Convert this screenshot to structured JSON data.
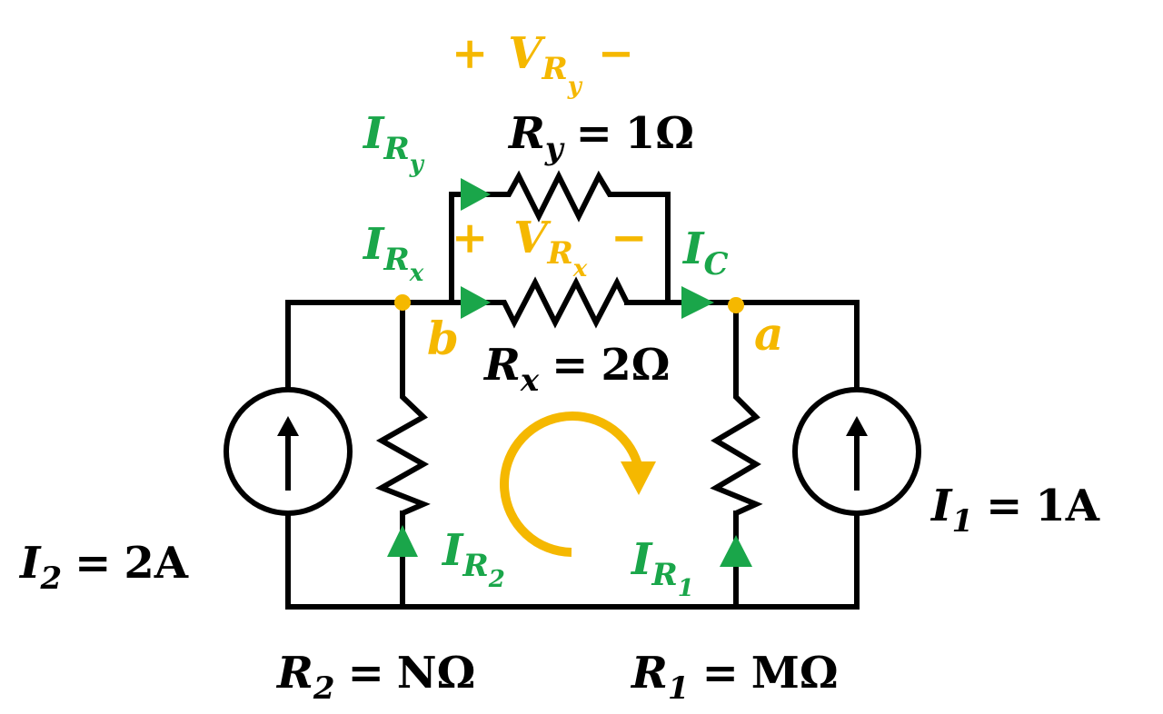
{
  "colors": {
    "wire": "#000000",
    "current_arrow": "#1aa64a",
    "voltage_label": "#f5b800",
    "node": "#f5b800"
  },
  "components": {
    "ry": {
      "sym": "R",
      "sub": "y",
      "value": "1Ω"
    },
    "rx": {
      "sym": "R",
      "sub": "x",
      "value": "2Ω"
    },
    "r2": {
      "sym": "R",
      "sub": "2",
      "value": "NΩ"
    },
    "r1": {
      "sym": "R",
      "sub": "1",
      "value": "MΩ"
    },
    "i2": {
      "sym": "I",
      "sub": "2",
      "value": "2A"
    },
    "i1": {
      "sym": "I",
      "sub": "1",
      "value": "1A"
    }
  },
  "equals": "=",
  "currents": {
    "iry": {
      "sym": "I",
      "sub": "R",
      "subsub": "y"
    },
    "irx": {
      "sym": "I",
      "sub": "R",
      "subsub": "x"
    },
    "ic": {
      "sym": "I",
      "sub": "C"
    },
    "ir2": {
      "sym": "I",
      "sub": "R",
      "subsub": "2"
    },
    "ir1": {
      "sym": "I",
      "sub": "R",
      "subsub": "1"
    }
  },
  "voltages": {
    "vry": {
      "plus": "+",
      "sym": "V",
      "sub": "R",
      "subsub": "y",
      "minus": "−"
    },
    "vrx": {
      "plus": "+",
      "sym": "V",
      "sub": "R",
      "subsub": "x",
      "minus": "−"
    }
  },
  "nodes": {
    "a": "a",
    "b": "b"
  },
  "loop_direction": "clockwise"
}
